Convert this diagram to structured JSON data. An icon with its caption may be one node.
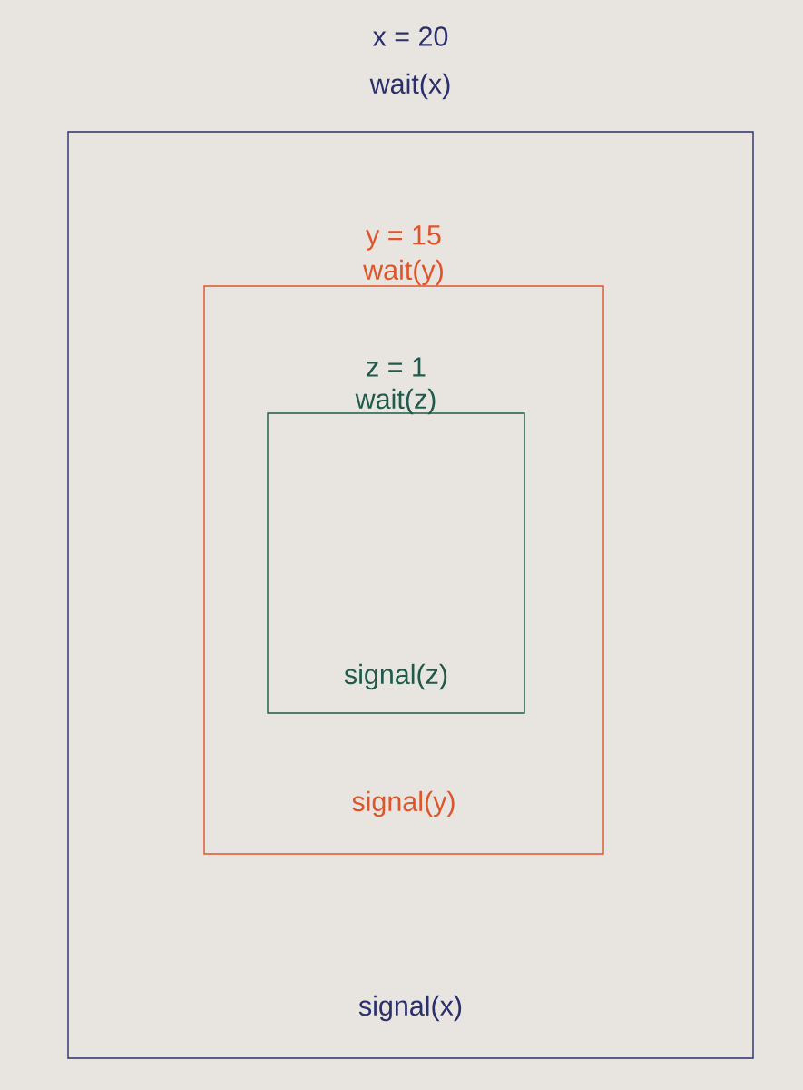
{
  "diagram": {
    "nodes": [
      {
        "text": [
          "x = 20",
          "wait(x)",
          "signal(x)"
        ]
      },
      {
        "text": [
          "y = 15",
          "wait(y)",
          "signal(y)"
        ],
        "in": 0
      },
      {
        "text": [
          "z = 1",
          "wait(z)",
          "signal(z)"
        ],
        "in": 1
      }
    ]
  }
}
